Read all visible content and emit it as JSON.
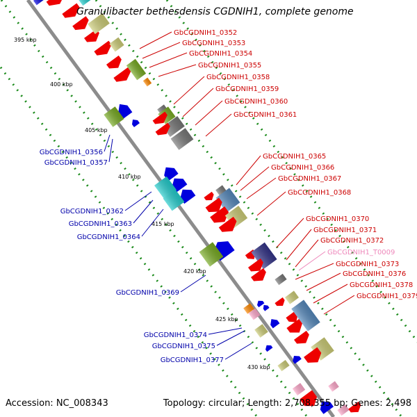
{
  "title": "Granulibacter bethesdensis CGDNIH1, complete genome",
  "accession": "Accession: NC_008343",
  "summary": "Topology: circular; Length: 2,708,355 bp; Genes: 2,498",
  "colors": {
    "backbone": "#8c8c8c",
    "tick": "#1a8a1a",
    "forward_label": "#cc0000",
    "reverse_label": "#0000aa",
    "trna_label": "#ee88bb",
    "red_gene": "#ee0000",
    "blue_gene": "#0000dd",
    "olive_gene": "#77aa22",
    "cyan_gene": "#22cccc",
    "grey_gene": "#777777",
    "steel_gene": "#5588bb",
    "khaki_gene": "#cccc77",
    "navy_gene": "#333388"
  },
  "kbp_labels": [
    {
      "text": "395 kbp"
    },
    {
      "text": "400 kbp"
    },
    {
      "text": "405 kbp"
    },
    {
      "text": "410 kbp"
    },
    {
      "text": "415 kbp"
    },
    {
      "text": "420 kbp"
    },
    {
      "text": "425 kbp"
    },
    {
      "text": "430 kbp"
    }
  ],
  "forward_genes": [
    {
      "label": "GbCGDNIH1_0352"
    },
    {
      "label": "GbCGDNIH1_0353"
    },
    {
      "label": "GbCGDNIH1_0354"
    },
    {
      "label": "GbCGDNIH1_0355"
    },
    {
      "label": "GbCGDNIH1_0358"
    },
    {
      "label": "GbCGDNIH1_0359"
    },
    {
      "label": "GbCGDNIH1_0360"
    },
    {
      "label": "GbCGDNIH1_0361"
    },
    {
      "label": "GbCGDNIH1_0365"
    },
    {
      "label": "GbCGDNIH1_0366"
    },
    {
      "label": "GbCGDNIH1_0367"
    },
    {
      "label": "GbCGDNIH1_0368"
    },
    {
      "label": "GbCGDNIH1_0370"
    },
    {
      "label": "GbCGDNIH1_0371"
    },
    {
      "label": "GbCGDNIH1_0372"
    },
    {
      "label": "GbCGDNIH1_T0009"
    },
    {
      "label": "GbCGDNIH1_0373"
    },
    {
      "label": "GbCGDNIH1_0376"
    },
    {
      "label": "GbCGDNIH1_0378"
    },
    {
      "label": "GbCGDNIH1_0379"
    }
  ],
  "reverse_genes": [
    {
      "label": "GbCGDNIH1_0356"
    },
    {
      "label": "GbCGDNIH1_0357"
    },
    {
      "label": "GbCGDNIH1_0362"
    },
    {
      "label": "GbCGDNIH1_0363"
    },
    {
      "label": "GbCGDNIH1_0364"
    },
    {
      "label": "GbCGDNIH1_0369"
    },
    {
      "label": "GbCGDNIH1_0374"
    },
    {
      "label": "GbCGDNIH1_0375"
    },
    {
      "label": "GbCGDNIH1_0377"
    }
  ]
}
